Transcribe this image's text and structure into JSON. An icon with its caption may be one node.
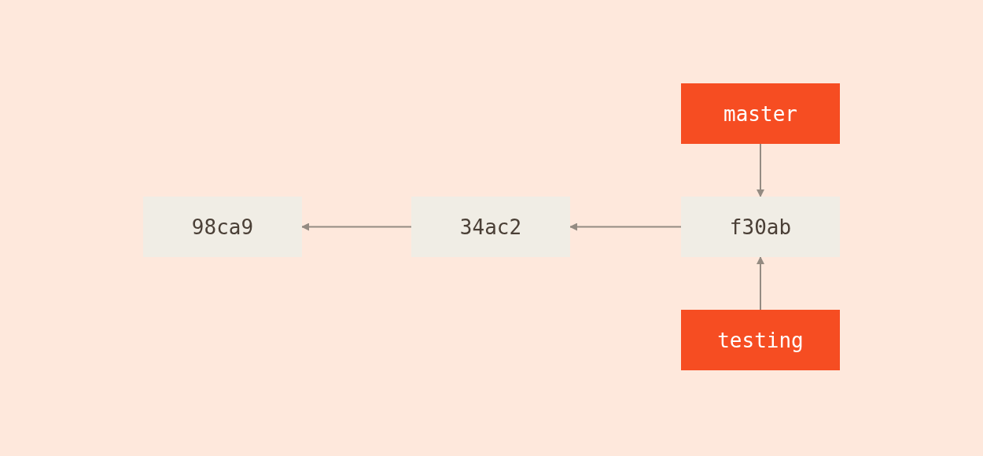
{
  "diagram": {
    "nodes": [
      {
        "text": [
          "master"
        ]
      },
      {
        "text": [
          "98ca9"
        ]
      },
      {
        "text": [
          "34ac2"
        ]
      },
      {
        "text": [
          "f30ab"
        ]
      },
      {
        "text": [
          "testing"
        ]
      }
    ],
    "edges": [
      {
        "from": 2,
        "to": 1,
        "arrow": "to"
      },
      {
        "from": 3,
        "to": 2,
        "arrow": "to"
      },
      {
        "from": 0,
        "to": 3,
        "arrow": "to"
      },
      {
        "from": 4,
        "to": 3,
        "arrow": "to"
      }
    ]
  }
}
